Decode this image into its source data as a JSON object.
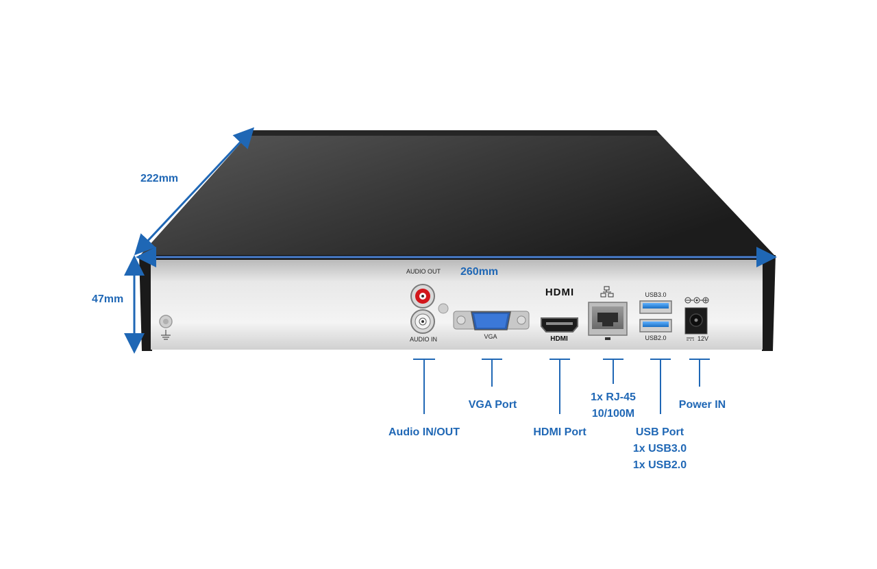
{
  "dimensions": {
    "depth": "222mm",
    "width": "260mm",
    "height": "47mm"
  },
  "panel_labels": {
    "audio_out": "AUDIO OUT",
    "audio_in": "AUDIO IN",
    "vga": "VGA",
    "hdmi_logo": "HDMI",
    "usb3": "USB3.0",
    "usb2": "USB2.0",
    "power_voltage": "12V"
  },
  "callouts": {
    "audio": "Audio IN/OUT",
    "vga": "VGA Port",
    "hdmi": "HDMI Port",
    "rj45_line1": "1x RJ-45",
    "rj45_line2": "10/100M",
    "usb_line1": "USB Port",
    "usb_line2": "1x USB3.0",
    "usb_line3": "1x USB2.0",
    "power": "Power IN"
  },
  "colors": {
    "accent": "#1f67b5",
    "body_dark": "#2b2b2b",
    "panel_silver": "#d9d9d9",
    "usb3_blue": "#1e7fd6",
    "audio_red": "#d2171c"
  }
}
